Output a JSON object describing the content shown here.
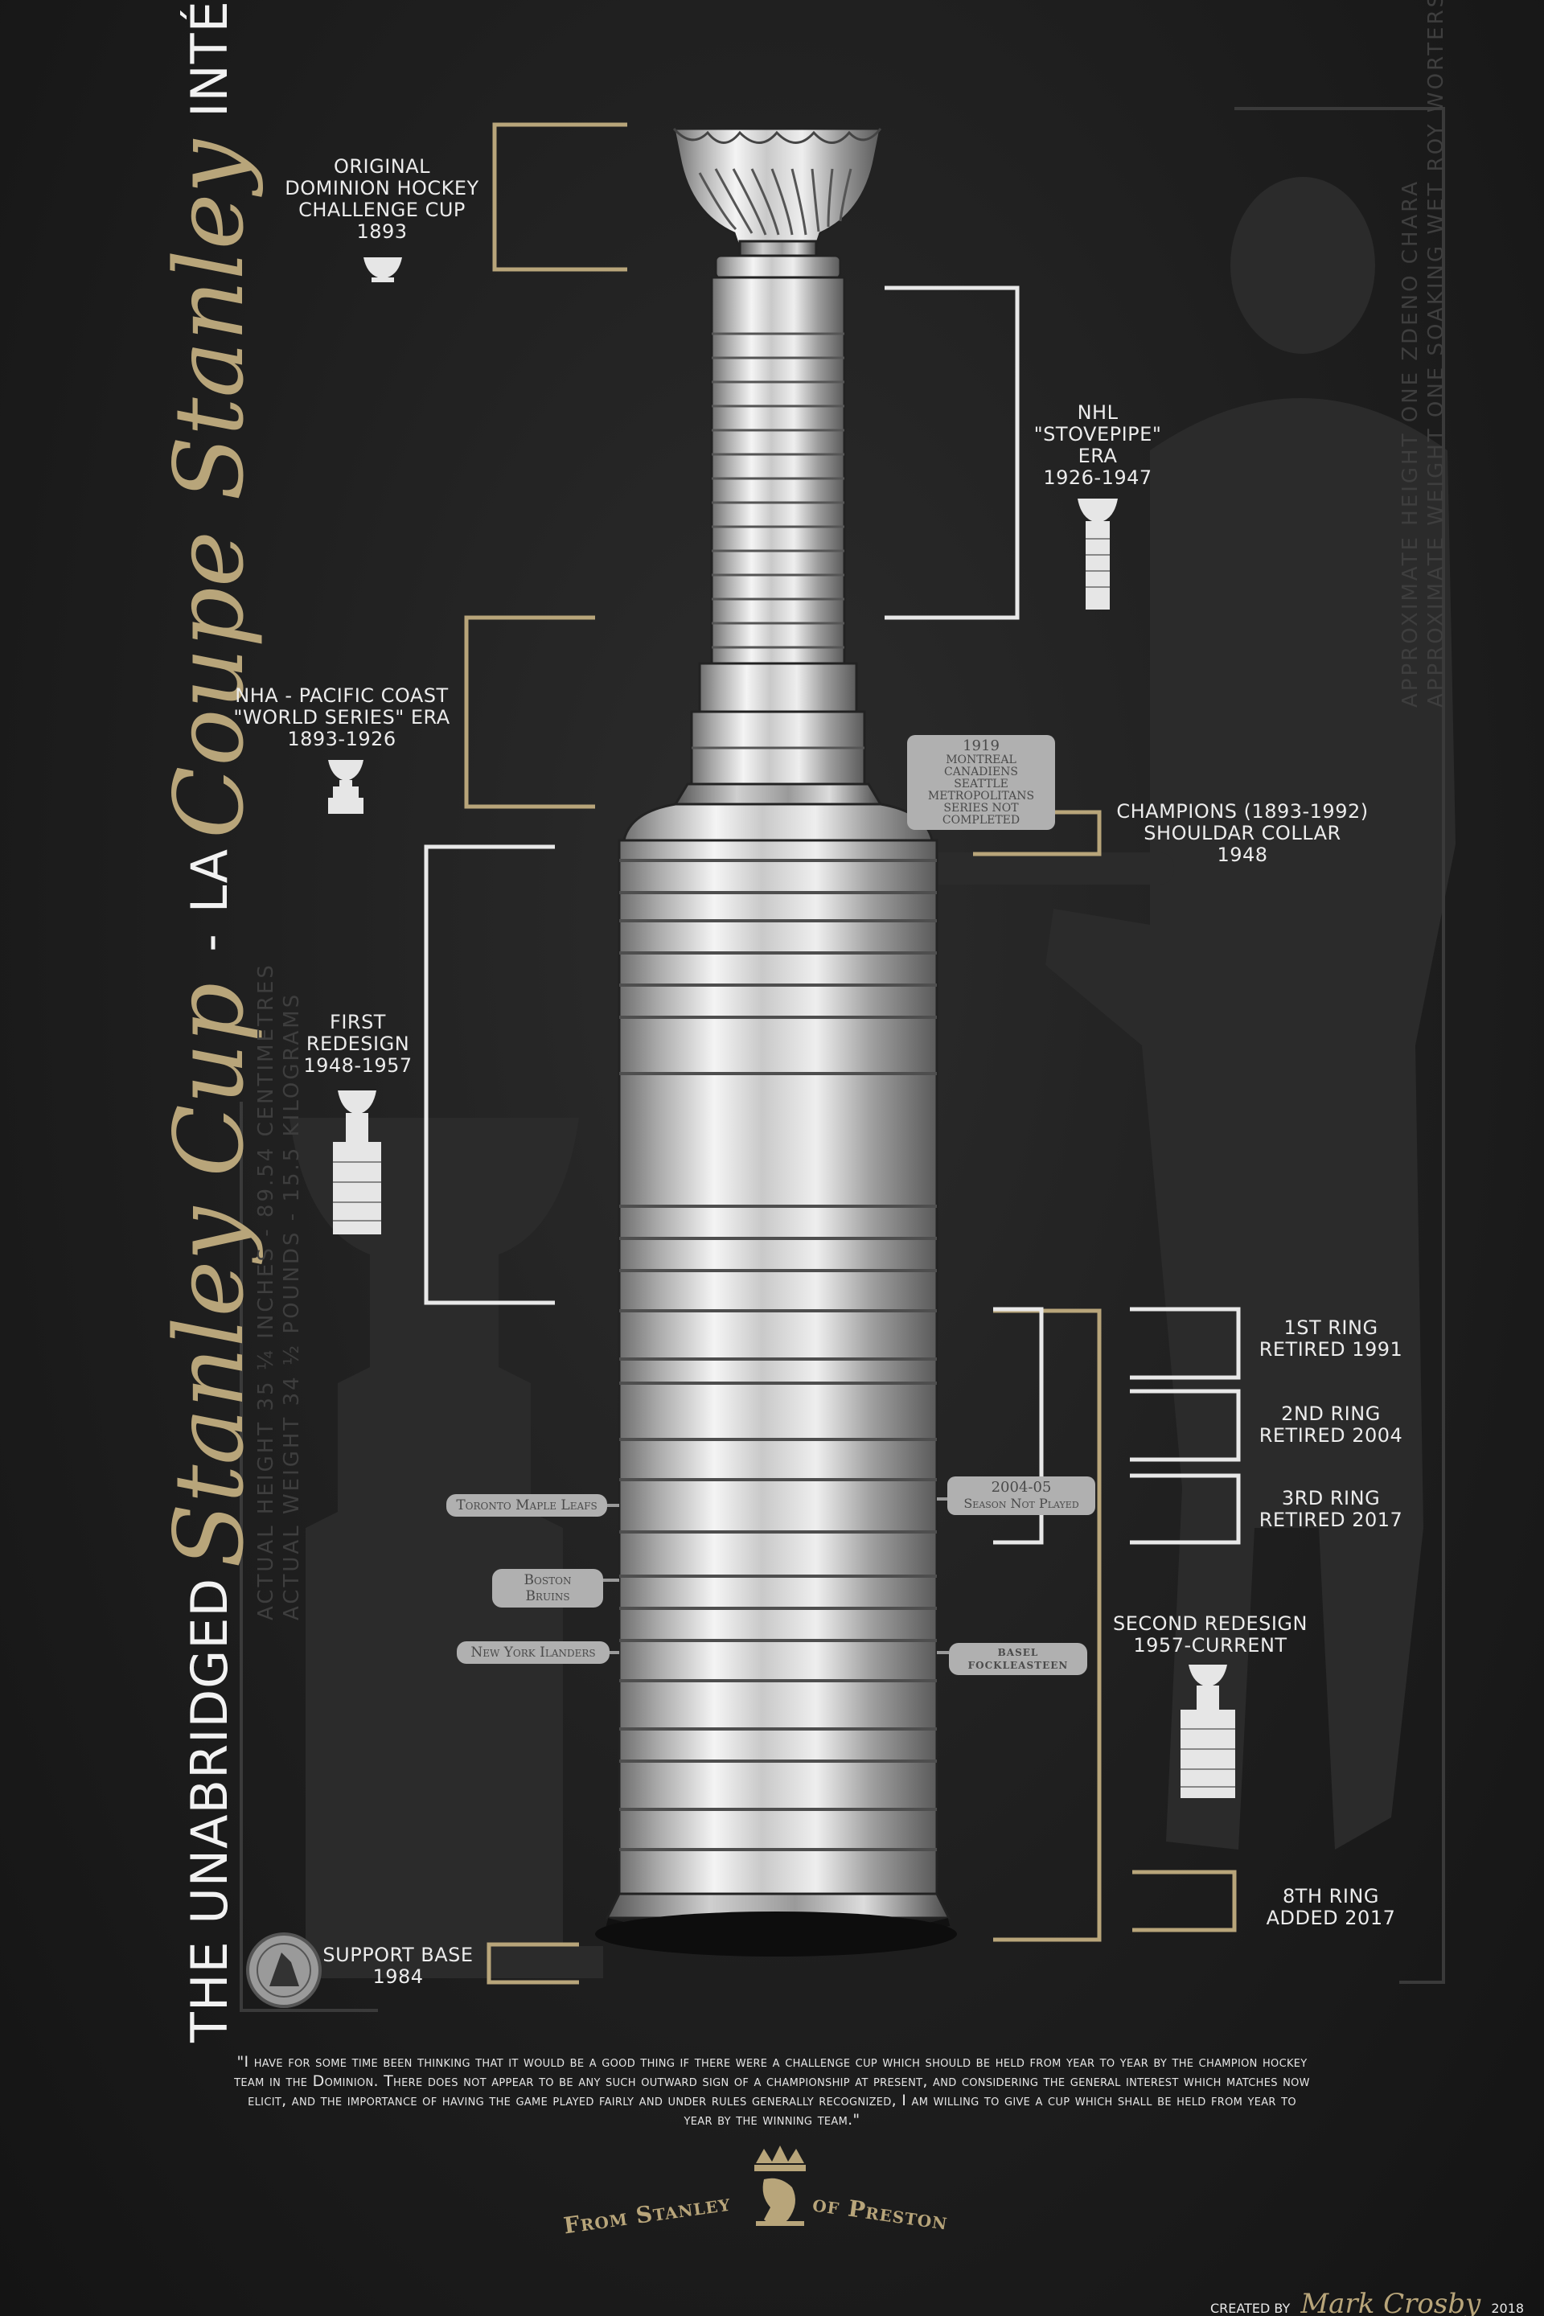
{
  "title": {
    "the_unabridged": "The Unabridged",
    "stanley_cup": "Stanley Cup",
    "dash": "-",
    "la": "La",
    "coupe_stanley": "Coupe Stanley",
    "integral": "Intégral"
  },
  "labels": {
    "original": [
      "Original",
      "Dominion Hockey",
      "Challenge Cup",
      "1893"
    ],
    "stovepipe": [
      "NHL",
      "\"Stovepipe\"",
      "Era",
      "1926-1947"
    ],
    "nha": [
      "NHA - Pacific Coast",
      "\"World Series\" Era",
      "1893-1926"
    ],
    "champions": [
      "Champions (1893-1992)",
      "Shouldar Collar",
      "1948"
    ],
    "first_redesign": [
      "First",
      "Redesign",
      "1948-1957"
    ],
    "ring1": [
      "1st Ring",
      "Retired 1991"
    ],
    "ring2": [
      "2nd Ring",
      "Retired 2004"
    ],
    "ring3": [
      "3rd Ring",
      "Retired 2017"
    ],
    "second_redesign": [
      "Second Redesign",
      "1957-Current"
    ],
    "ring8": [
      "8th Ring",
      "Added 2017"
    ],
    "support_base": [
      "Support Base",
      "1984"
    ]
  },
  "tags": {
    "montreal": [
      "1919",
      "Montreal Canadiens",
      "Seattle Metropolitans",
      "Series Not Completed"
    ],
    "season": [
      "2004-05",
      "Season Not Played"
    ],
    "toronto": "Toronto Maple Leafs",
    "boston": "Boston Bruins",
    "islanders": "New York Ilanders",
    "basel": "BASEL FOCKLEASTEEN"
  },
  "dimensions": {
    "line1": "Actual Height 35 ¼ inches - 89.54 Centimetres",
    "line2": "Actual Weight 34 ½ Pounds - 15.5 Kilograms"
  },
  "silhouette": {
    "line1": "Approximate Height One Zdeno Chara",
    "line2": "Approximate Weight One Soaking Wet Roy Worters"
  },
  "quote": "\"I have for some time been thinking that it would be a good thing if there were a challenge cup which should be held from year to year by the champion hockey team in the Dominion. There does not appear to be any such outward sign of a championship at present, and considering the general interest which matches now elicit, and the importance of having the game played fairly and under rules generally recognized, I am willing to give a cup which shall be held from year to year by the winning team.\"",
  "signature": {
    "from": "From Stanley",
    "of": "of Preston"
  },
  "credit": {
    "created_by": "Created by",
    "author": "Mark Crosby",
    "year": "2018"
  },
  "colors": {
    "gold": "#b8a57a",
    "silver": "#c8c8c8",
    "bracket_white": "#e8e8e8",
    "background": "#1e1e1e"
  }
}
